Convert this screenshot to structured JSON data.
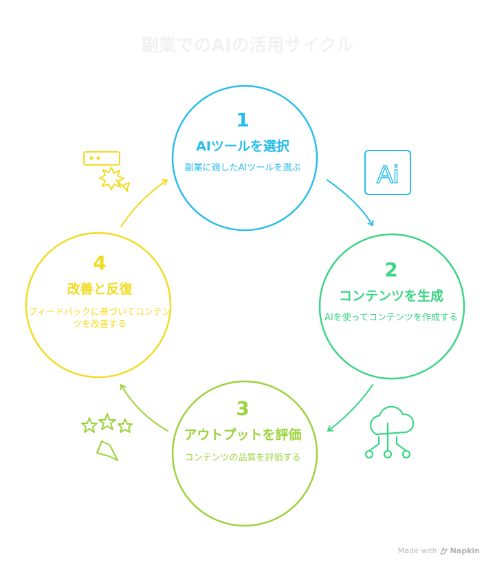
{
  "title": "副業でのAIの活用サイクル",
  "steps": [
    {
      "number": "1",
      "heading": "AIツールを選択",
      "description": "副業に適したAIツールを選ぶ",
      "color": "#27bdea",
      "icon": "ai-badge-icon"
    },
    {
      "number": "2",
      "heading": "コンテンツを生成",
      "description": "AIを使ってコンテンツを作成する",
      "color": "#3ad584",
      "icon": "cloud-network-icon"
    },
    {
      "number": "3",
      "heading": "アウトプットを評価",
      "description": "コンテンツの品質を評価する",
      "color": "#9bd33a",
      "icon": "stars-rating-icon"
    },
    {
      "number": "4",
      "heading": "改善と反復",
      "description": "フィードバックに基づいてコンテンツを改善する",
      "color": "#f1dc22",
      "icon": "feedback-click-icon"
    }
  ],
  "footer": {
    "made_with": "Made with",
    "brand": "Napkin"
  }
}
